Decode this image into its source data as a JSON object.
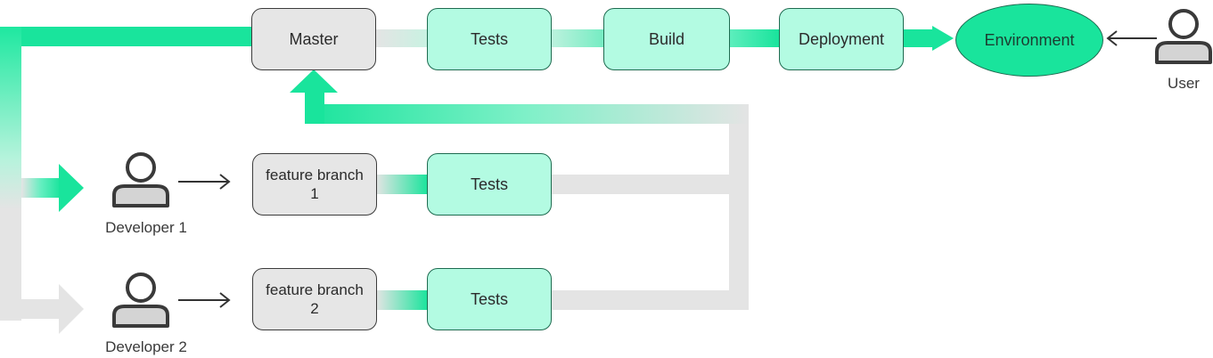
{
  "colors": {
    "accent": "#19e49c",
    "mint": "#b3fbe2",
    "neutral": "#e6e6e6",
    "flow_gray": "#e3e3e3",
    "outline": "#3c3c3c"
  },
  "pipeline": {
    "master": "Master",
    "tests": "Tests",
    "build": "Build",
    "deployment": "Deployment",
    "environment": "Environment",
    "user": "User"
  },
  "developers": [
    {
      "label": "Developer 1",
      "branch_line1": "feature branch",
      "branch_line2": "1",
      "tests": "Tests"
    },
    {
      "label": "Developer 2",
      "branch_line1": "feature branch",
      "branch_line2": "2",
      "tests": "Tests"
    }
  ],
  "icons": {
    "user": "person-icon",
    "arrow": "arrow-right-icon"
  }
}
